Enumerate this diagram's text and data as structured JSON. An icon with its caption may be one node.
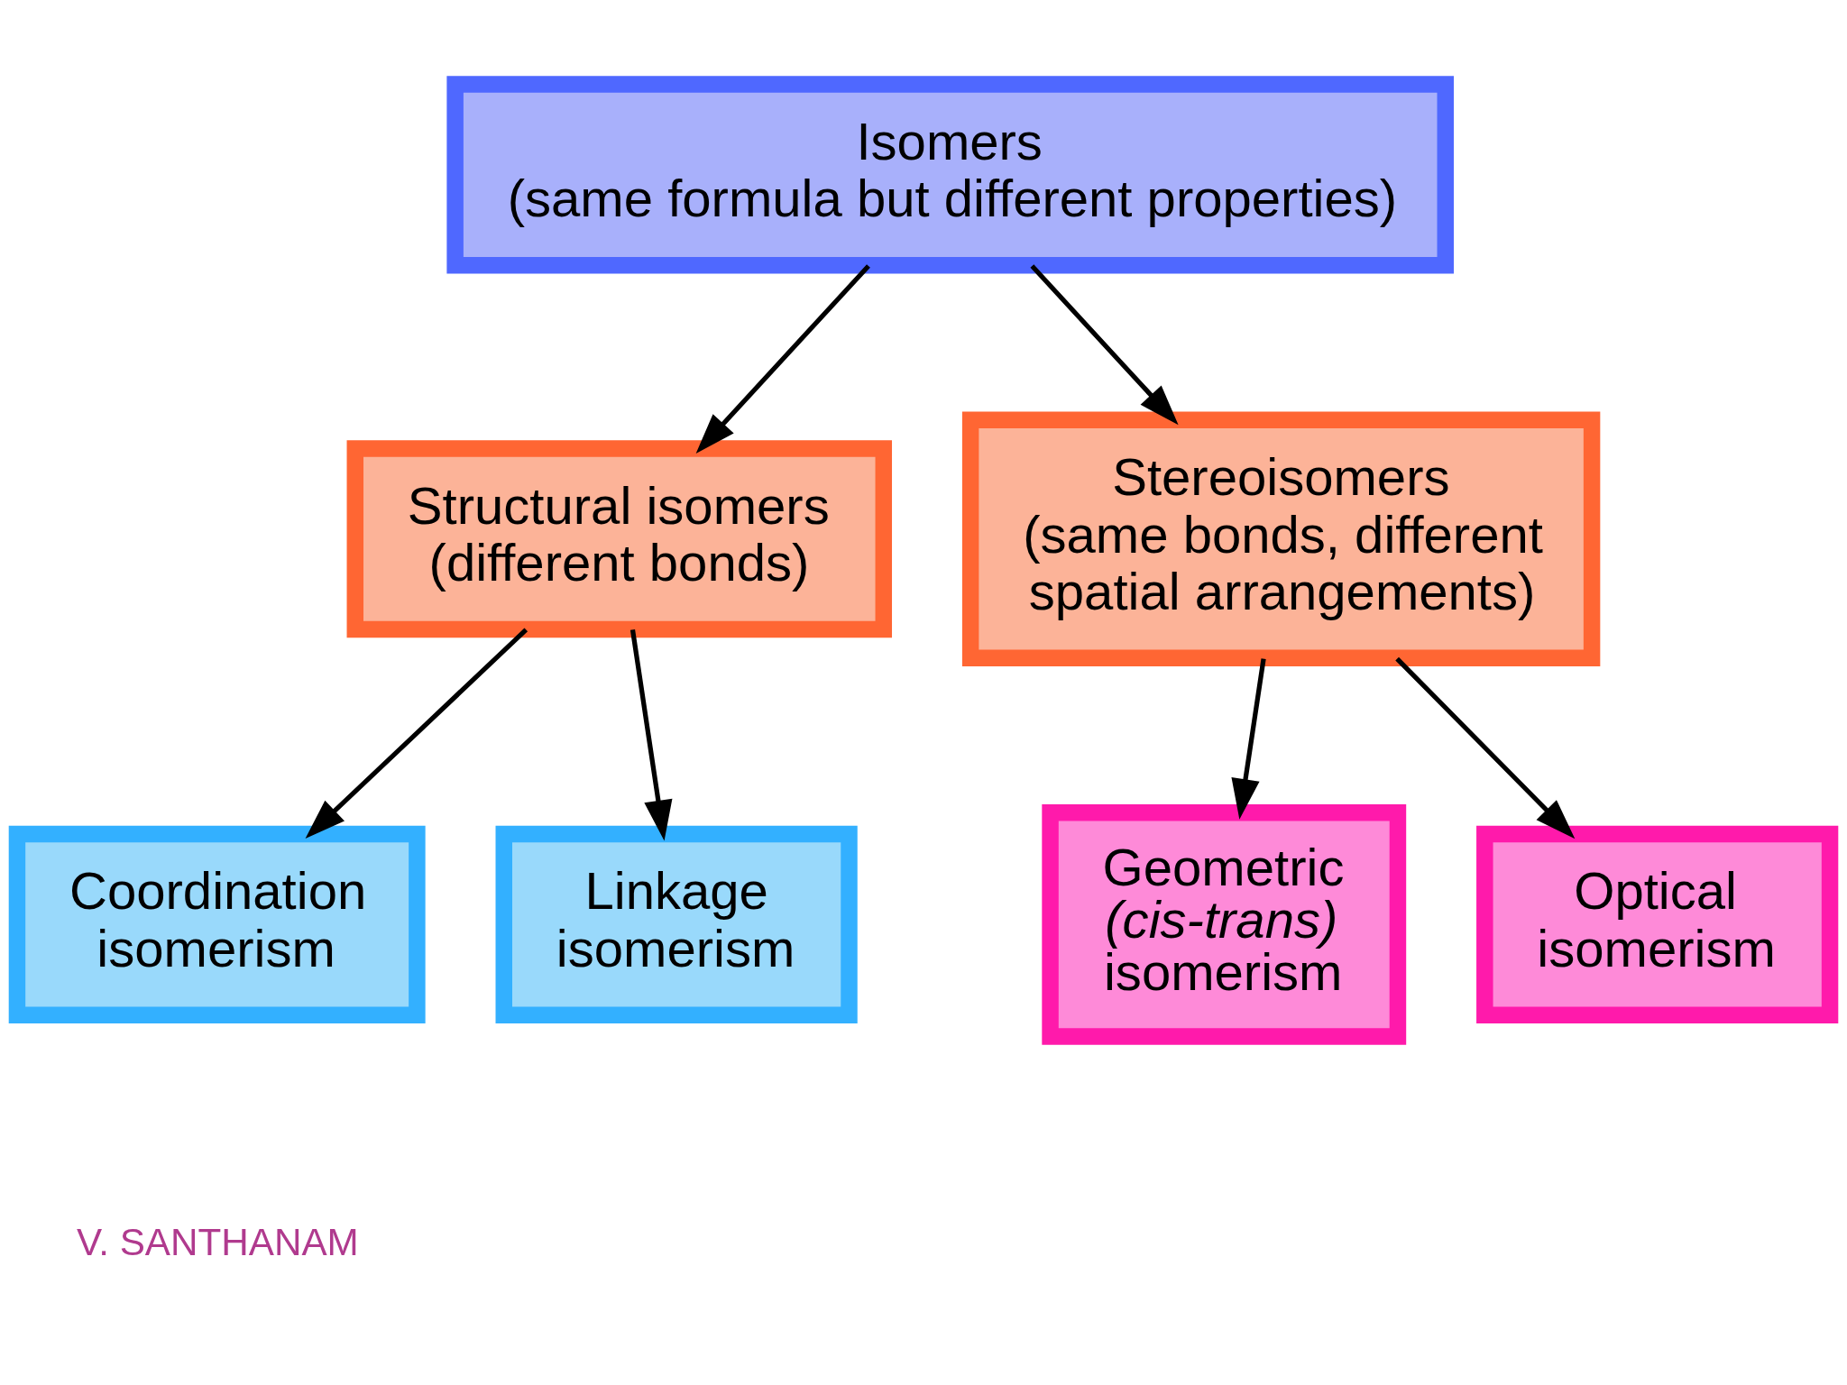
{
  "diagram": {
    "nodes": [
      {
        "text": [
          "Isomers",
          "(same formula but different properties)"
        ]
      },
      {
        "text": [
          "Structural isomers",
          "(different bonds)"
        ]
      },
      {
        "text": [
          "Stereoisomers",
          "(same bonds, different spatial arrangements)"
        ]
      },
      {
        "text": [
          "Coordination isomerism"
        ]
      },
      {
        "text": [
          "Linkage isomerism"
        ]
      },
      {
        "text": [
          "Geometric *(cis-trans)* isomerism"
        ]
      },
      {
        "text": [
          "Optical isomerism"
        ]
      }
    ],
    "edges": [
      {
        "from": 0,
        "to": 1,
        "arrow": "to"
      },
      {
        "from": 0,
        "to": 2,
        "arrow": "to"
      },
      {
        "from": 1,
        "to": 3,
        "arrow": "to"
      },
      {
        "from": 1,
        "to": 4,
        "arrow": "to"
      },
      {
        "from": 2,
        "to": 5,
        "arrow": "to"
      },
      {
        "from": 2,
        "to": 6,
        "arrow": "to"
      }
    ],
    "labels": [
      "V. SANTHANAM"
    ]
  }
}
